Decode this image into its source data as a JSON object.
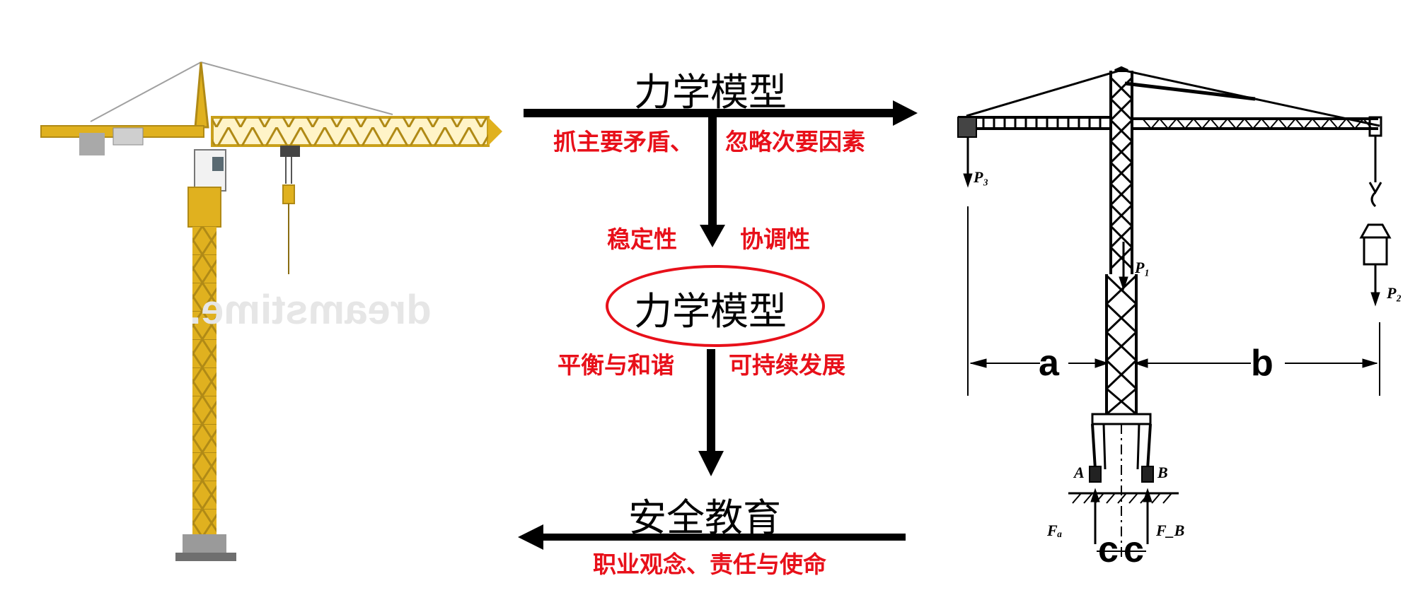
{
  "flow": {
    "top_title": "力学模型",
    "top_sub_left": "抓主要矛盾、",
    "top_sub_right": "忽略次要因素",
    "mid_left": "稳定性",
    "mid_right": "协调性",
    "circled": "力学模型",
    "low_left": "平衡与和谐",
    "low_right": "可持续发展",
    "bottom_title": "安全教育",
    "bottom_sub": "职业观念、责任与使命"
  },
  "schematic": {
    "dim_a": "a",
    "dim_b": "b",
    "dim_c1": "c",
    "dim_c2": "c",
    "p1": "P₁",
    "p2": "P₂",
    "p3": "P₃",
    "pt_a": "A",
    "pt_b": "B",
    "fa": "Fₐ",
    "fb": "F_B"
  },
  "photo": {
    "watermark": "dreamstime."
  },
  "colors": {
    "accent_red": "#e8101a",
    "crane_yellow": "#e0b11f",
    "ink": "#000000"
  }
}
